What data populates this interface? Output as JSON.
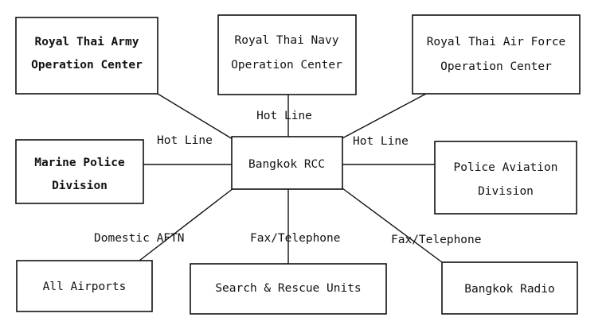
{
  "nodes": {
    "army": {
      "lines": [
        "Royal Thai Army",
        "Operation Center"
      ]
    },
    "navy": {
      "lines": [
        "Royal Thai Navy",
        "Operation Center"
      ]
    },
    "airforce": {
      "lines": [
        "Royal Thai Air Force",
        "Operation Center"
      ]
    },
    "marine": {
      "lines": [
        "Marine Police",
        "Division"
      ]
    },
    "center": {
      "lines": [
        "Bangkok RCC"
      ]
    },
    "police_aviation": {
      "lines": [
        "Police Aviation",
        "Division"
      ]
    },
    "airports": {
      "lines": [
        "All Airports"
      ]
    },
    "sar_units": {
      "lines": [
        "Search & Rescue Units"
      ]
    },
    "bangkok_radio": {
      "lines": [
        "Bangkok Radio"
      ]
    }
  },
  "links": {
    "hot_line_left": "Hot Line",
    "hot_line_top": "Hot Line",
    "hot_line_right": "Hot Line",
    "domestic_aftn": "Domestic AFTN",
    "fax_telephone_center": "Fax/Telephone",
    "fax_telephone_right": "Fax/Telephone"
  }
}
